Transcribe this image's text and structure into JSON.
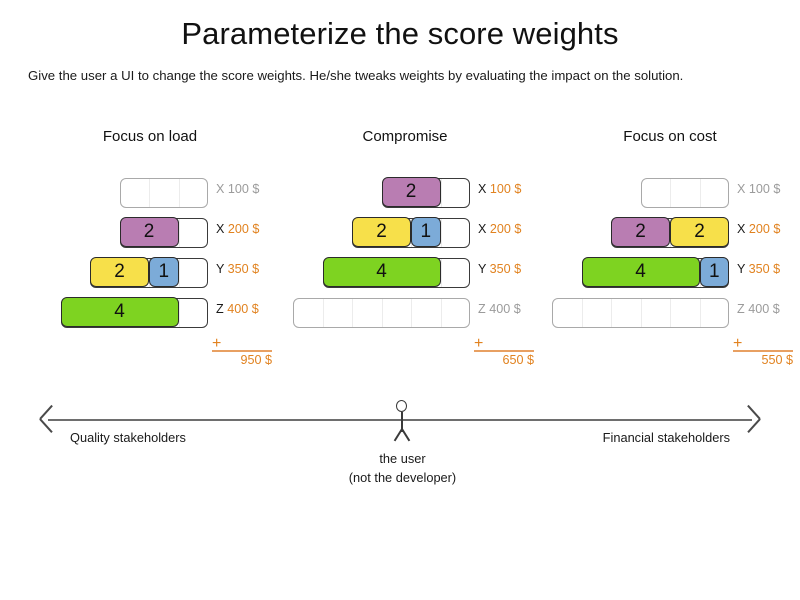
{
  "title": "Parameterize the score weights",
  "subtitle": "Give the user a UI to change the score weights. He/she tweaks weights by evaluating the impact on the solution.",
  "colors": {
    "purple": "#b97db2",
    "yellow": "#f7e04a",
    "blue": "#7cabd8",
    "green": "#7ed321",
    "accent_orange": "#e1821f",
    "inactive_gray": "#9b9b9b",
    "track_border": "#3a3a3a",
    "empty_track_border": "#a9a9a9"
  },
  "columns": [
    {
      "header": "Focus on load",
      "rows": [
        {
          "key": "X",
          "amount": "100 $",
          "active": false,
          "cells": 3,
          "segments": []
        },
        {
          "key": "X",
          "amount": "200 $",
          "active": true,
          "cells": 3,
          "segments": [
            {
              "value": "2",
              "color": "purple",
              "units": 2
            }
          ]
        },
        {
          "key": "Y",
          "amount": "350 $",
          "active": true,
          "cells": 4,
          "segments": [
            {
              "value": "2",
              "color": "yellow",
              "units": 2
            },
            {
              "value": "1",
              "color": "blue",
              "units": 1
            }
          ]
        },
        {
          "key": "Z",
          "amount": "400 $",
          "active": true,
          "cells": 5,
          "segments": [
            {
              "value": "4",
              "color": "green",
              "units": 4
            }
          ]
        }
      ],
      "sum": {
        "plus": "+",
        "total": "950 $"
      }
    },
    {
      "header": "Compromise",
      "rows": [
        {
          "key": "X",
          "amount": "100 $",
          "active": true,
          "cells": 3,
          "segments": [
            {
              "value": "2",
              "color": "purple",
              "units": 2
            }
          ]
        },
        {
          "key": "X",
          "amount": "200 $",
          "active": true,
          "cells": 4,
          "segments": [
            {
              "value": "2",
              "color": "yellow",
              "units": 2
            },
            {
              "value": "1",
              "color": "blue",
              "units": 1
            }
          ]
        },
        {
          "key": "Y",
          "amount": "350 $",
          "active": true,
          "cells": 5,
          "segments": [
            {
              "value": "4",
              "color": "green",
              "units": 4
            }
          ]
        },
        {
          "key": "Z",
          "amount": "400 $",
          "active": false,
          "cells": 6,
          "segments": []
        }
      ],
      "sum": {
        "plus": "+",
        "total": "650 $"
      }
    },
    {
      "header": "Focus on cost",
      "rows": [
        {
          "key": "X",
          "amount": "100 $",
          "active": false,
          "cells": 3,
          "segments": []
        },
        {
          "key": "X",
          "amount": "200 $",
          "active": true,
          "cells": 4,
          "segments": [
            {
              "value": "2",
              "color": "purple",
              "units": 2
            },
            {
              "value": "2",
              "color": "yellow",
              "units": 2
            }
          ]
        },
        {
          "key": "Y",
          "amount": "350 $",
          "active": true,
          "cells": 5,
          "segments": [
            {
              "value": "4",
              "color": "green",
              "units": 4
            },
            {
              "value": "1",
              "color": "blue",
              "units": 1
            }
          ]
        },
        {
          "key": "Z",
          "amount": "400 $",
          "active": false,
          "cells": 6,
          "segments": []
        }
      ],
      "sum": {
        "plus": "+",
        "total": "550 $"
      }
    }
  ],
  "axis": {
    "left_label": "Quality stakeholders",
    "right_label": "Financial stakeholders",
    "figure_caption_line1": "the user",
    "figure_caption_line2": "(not the developer)"
  }
}
